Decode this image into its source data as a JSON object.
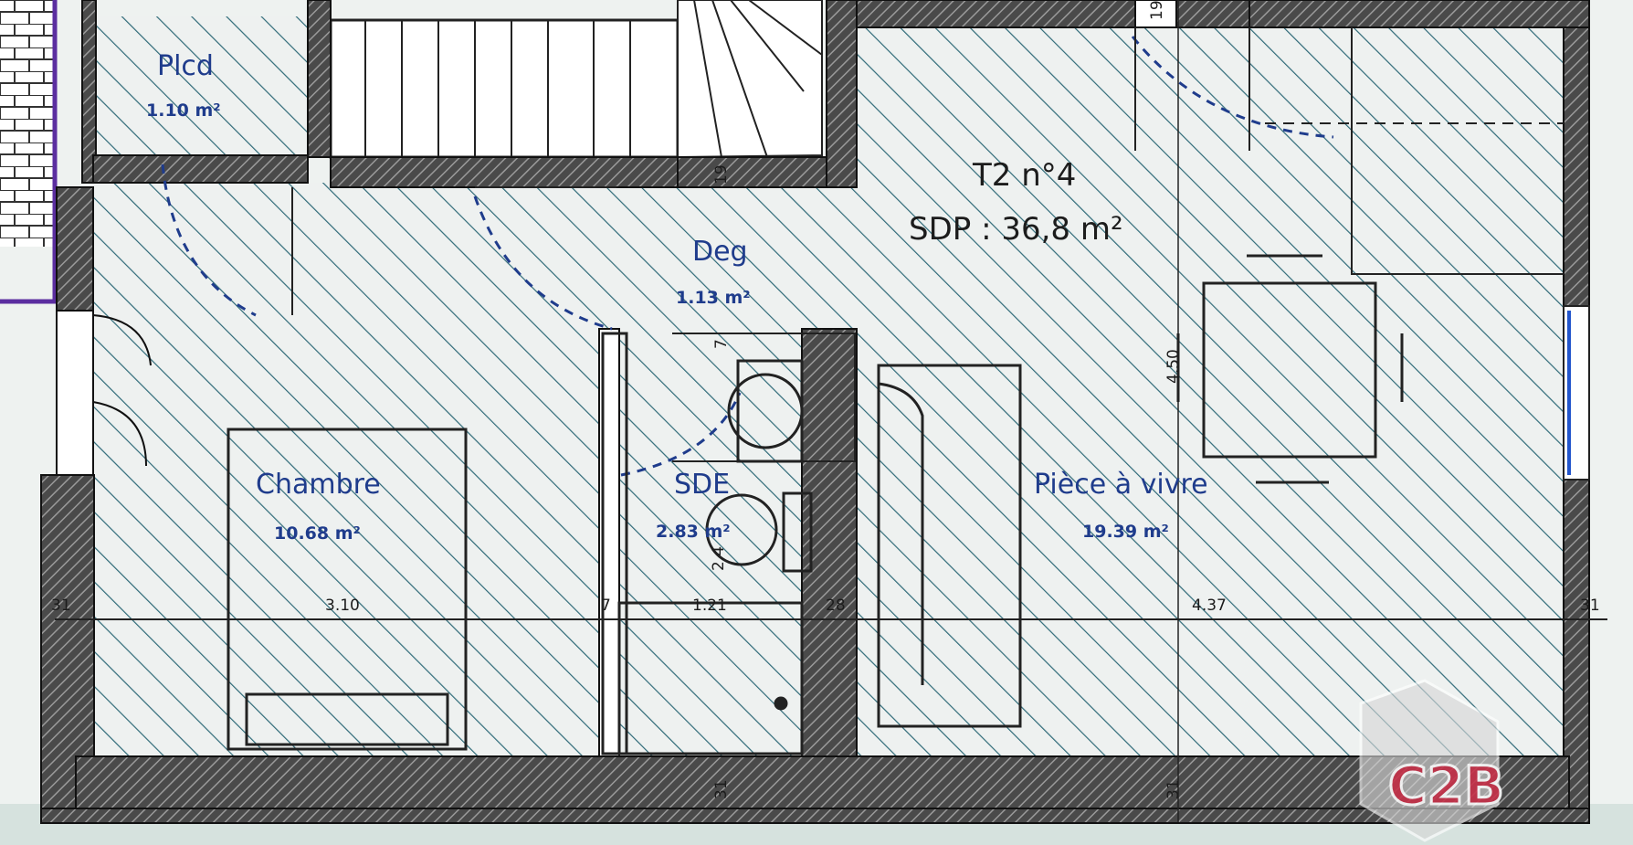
{
  "unit": {
    "title": "T2 n°4",
    "sdp_label": "SDP : 36,8 m²"
  },
  "rooms": [
    {
      "id": "plcd",
      "name": "Plcd",
      "area": "1.10 m²"
    },
    {
      "id": "deg",
      "name": "Deg",
      "area": "1.13 m²"
    },
    {
      "id": "chambre",
      "name": "Chambre",
      "area": "10.68 m²"
    },
    {
      "id": "sde",
      "name": "SDE",
      "area": "2.83 m²"
    },
    {
      "id": "piece",
      "name": "Pièce à vivre",
      "area": "19.39 m²"
    }
  ],
  "dimensions": {
    "wall_left": "31",
    "chambre_width": "3.10",
    "partition": "7",
    "sde_width": "1.21",
    "wall_mid": "28",
    "piece_width": "4.37",
    "wall_right": "31",
    "piece_depth": "4.50",
    "wall_top_19a": "19",
    "wall_top_19b": "19",
    "wall_bottom_31a": "31",
    "wall_bottom_31b": "31",
    "deg_small": "7",
    "sde_small": "2.4"
  },
  "logo": {
    "text": "C2B"
  },
  "colors": {
    "background": "#d3e0dc",
    "floor_fill": "#f1f3f2",
    "hatch": "#2f6a78",
    "wall": "#2a2a2a",
    "label": "#1f3c8c",
    "door_swing": "#1f3c8c",
    "logo": "#c8324a"
  }
}
